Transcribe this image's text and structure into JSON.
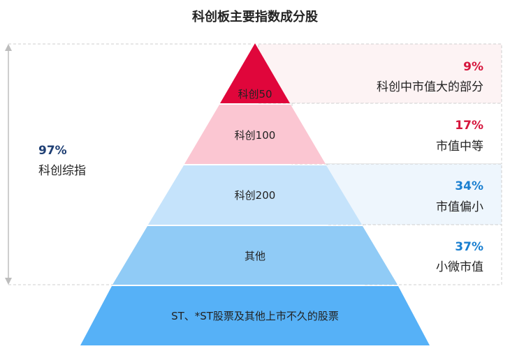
{
  "title": "科创板主要指数成分股",
  "left_total": {
    "percent": "97%",
    "label": "科创综指"
  },
  "levels": [
    {
      "name": "科创50",
      "percent": "9%",
      "description": "科创中市值大的部分",
      "color": "#e0063b",
      "percent_color": "#d6163d"
    },
    {
      "name": "科创100",
      "percent": "17%",
      "description": "市值中等",
      "color": "#fbc6d2",
      "percent_color": "#d6163d"
    },
    {
      "name": "科创200",
      "percent": "34%",
      "description": "市值偏小",
      "color": "#c5e3fb",
      "percent_color": "#1a7fd0"
    },
    {
      "name": "其他",
      "percent": "37%",
      "description": "小微市值",
      "color": "#90cbf6",
      "percent_color": "#1a7fd0"
    }
  ],
  "base": {
    "label": "ST、*ST股票及其他上市不久的股票",
    "color": "#56b1f7"
  }
}
